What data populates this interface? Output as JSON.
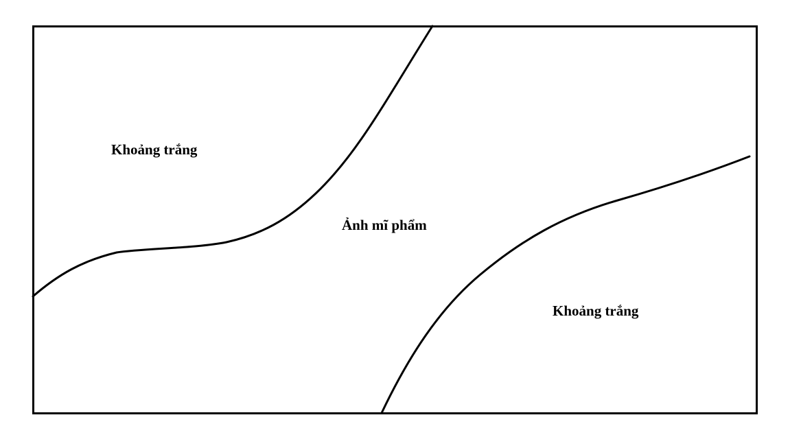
{
  "regions": {
    "top_left": {
      "label": "Khoảng trắng"
    },
    "center": {
      "label": "Ảnh mĩ phẩm"
    },
    "bottom_right": {
      "label": "Khoảng trắng"
    }
  },
  "colors": {
    "line": "#000000",
    "background": "#ffffff"
  }
}
